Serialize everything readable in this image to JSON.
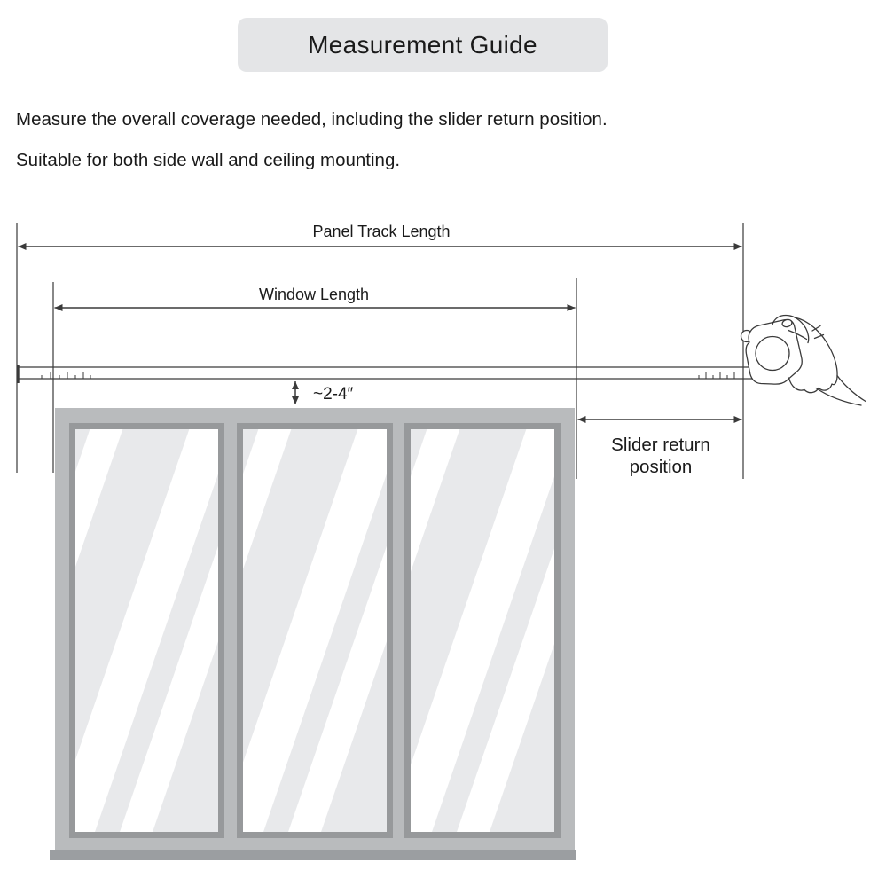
{
  "title": "Measurement Guide",
  "description": {
    "line1": "Measure the overall coverage needed, including the slider return position.",
    "line2": "Suitable for both side wall and ceiling mounting."
  },
  "diagram": {
    "labels": {
      "panel_track": "Panel Track Length",
      "window_length": "Window Length",
      "gap": "~2-4″",
      "slider_return_line1": "Slider return",
      "slider_return_line2": "position"
    },
    "window": {
      "panel_count": 3
    },
    "icons": {
      "tape_measure": "tape-measure-icon",
      "hand": "hand-icon"
    }
  },
  "colors": {
    "title_bg": "#e4e5e7",
    "text": "#1a1a1a",
    "line": "#3a3a3a",
    "frame": "#b9bbbd",
    "panel_border": "#97999b",
    "glass": "#ffffff",
    "glass_stripe": "#e8e9eb",
    "sill": "#9b9ea1"
  }
}
